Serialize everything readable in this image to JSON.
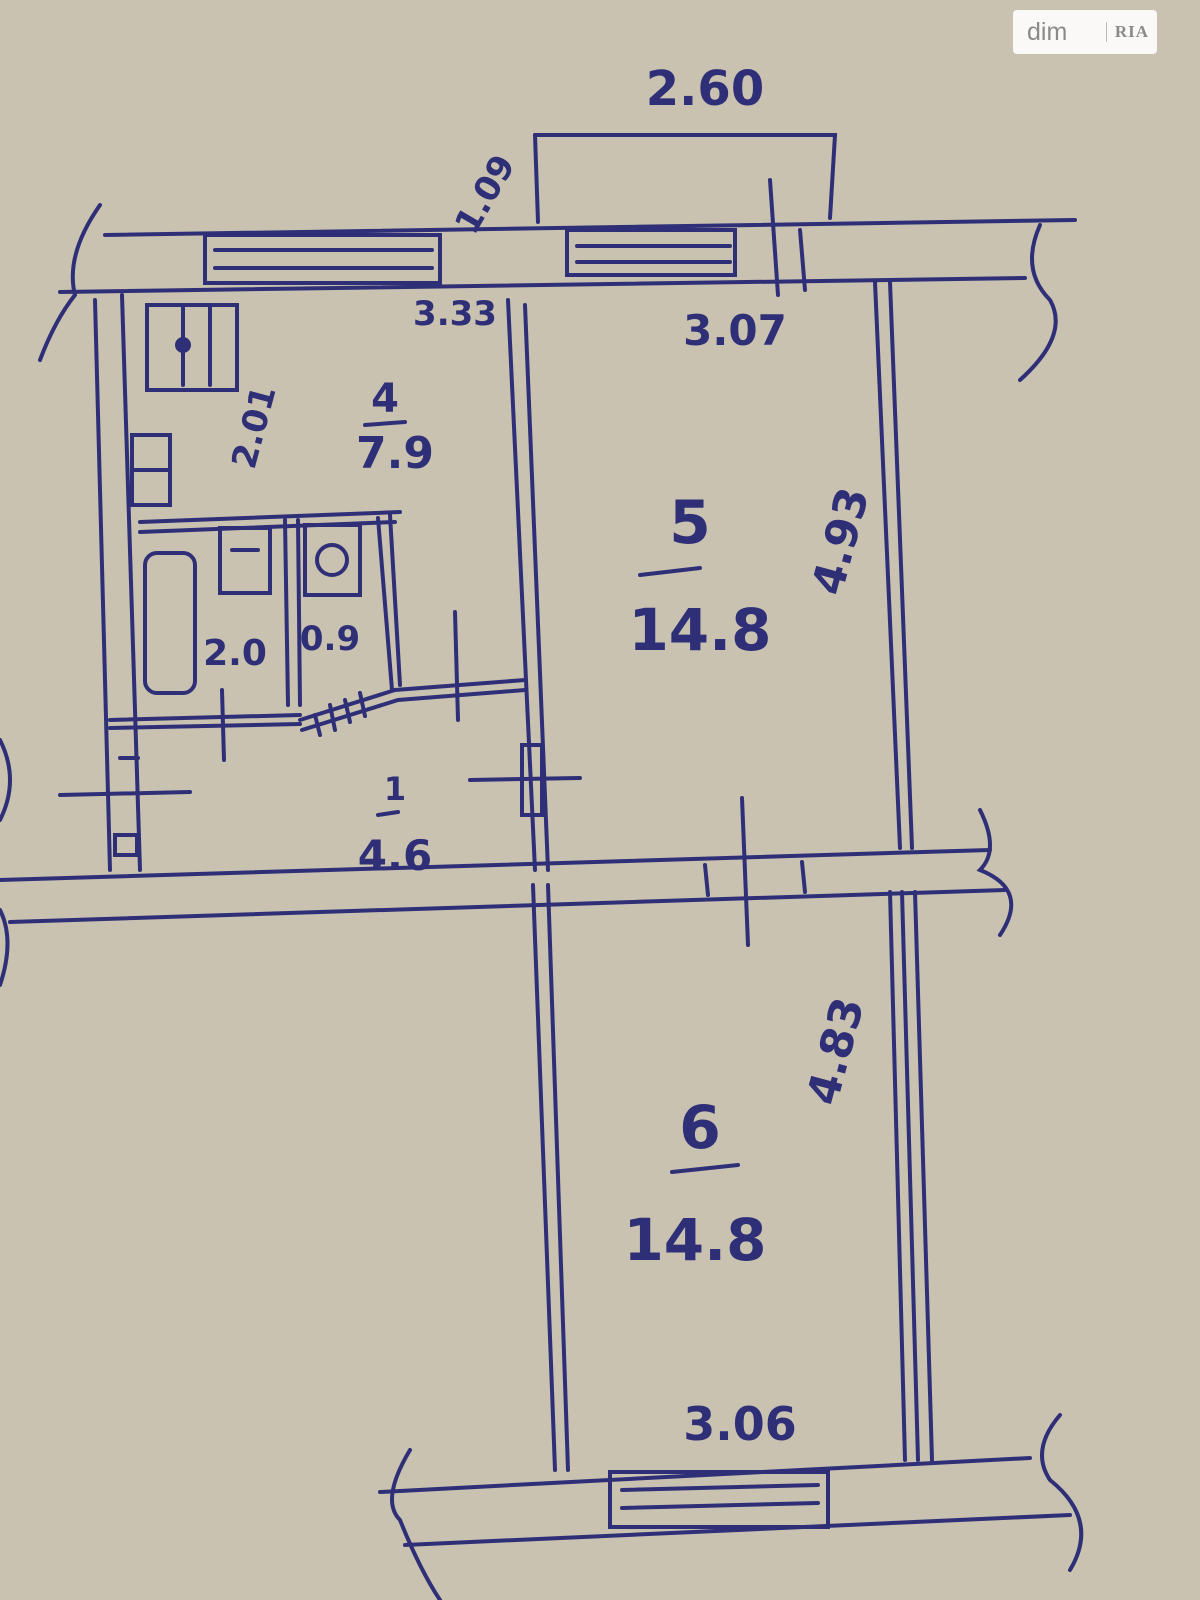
{
  "watermark": {
    "text": "dim",
    "badge": "RIA"
  },
  "rooms": [
    {
      "id": "kitchen",
      "number": "4",
      "area": "7.9"
    },
    {
      "id": "room5",
      "number": "5",
      "area": "14.8"
    },
    {
      "id": "room6",
      "number": "6",
      "area": "14.8"
    },
    {
      "id": "hall",
      "number": "1",
      "area": "4.6"
    },
    {
      "id": "bath",
      "number": "",
      "area": "2.0"
    },
    {
      "id": "wc",
      "number": "",
      "area": "0.9"
    }
  ],
  "dimensions": {
    "balcony_width": "2.60",
    "balcony_depth": "1.09",
    "kitchen_width": "3.33",
    "kitchen_depth": "2.01",
    "room5_width": "3.07",
    "room5_length": "4.93",
    "room6_length": "4.83",
    "room6_width": "3.06"
  },
  "colors": {
    "ink": "#2f2f78",
    "paper": "#c9c2b0"
  }
}
